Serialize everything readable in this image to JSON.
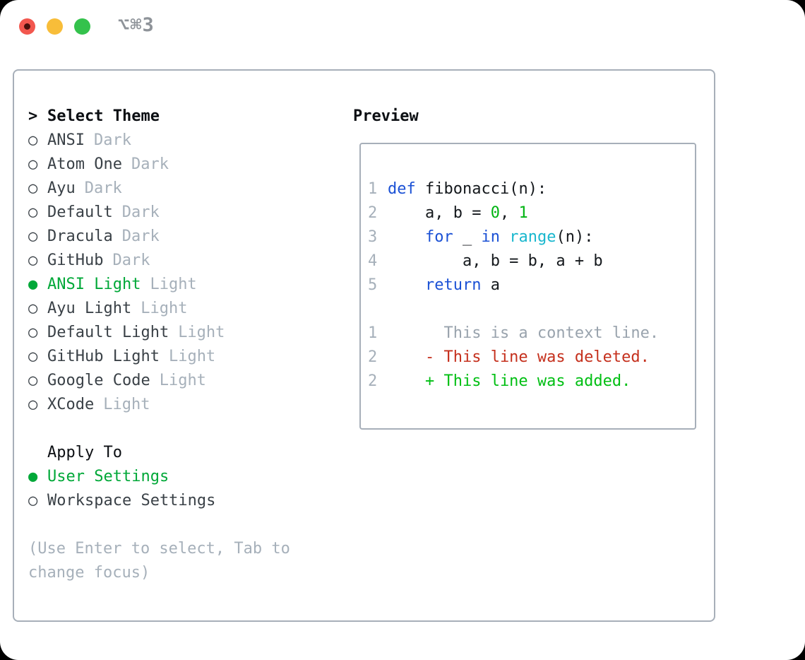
{
  "window": {
    "title": "⌥⌘3",
    "traffic_lights": {
      "close": "close-button",
      "minimize": "minimize-button",
      "zoom": "zoom-button"
    }
  },
  "colors": {
    "selection_green": "#00a838",
    "added_green": "#00bf13",
    "deleted_red": "#c5301d",
    "keyword_blue": "#1b51d5",
    "builtin_cyan": "#19b7ce",
    "literal_green": "#00b412",
    "muted_gray": "#a6b0ba",
    "text_dark": "#3a4147",
    "border_gray": "#a7afb9",
    "traffic_red": "#f2574e",
    "traffic_yellow": "#f8bd39",
    "traffic_green": "#34c24c"
  },
  "theme_panel": {
    "header": {
      "marker": ">",
      "label": "Select Theme"
    },
    "themes": [
      {
        "name": "ANSI",
        "tag": "Dark",
        "selected": false
      },
      {
        "name": "Atom One",
        "tag": "Dark",
        "selected": false
      },
      {
        "name": "Ayu",
        "tag": "Dark",
        "selected": false
      },
      {
        "name": "Default",
        "tag": "Dark",
        "selected": false
      },
      {
        "name": "Dracula",
        "tag": "Dark",
        "selected": false
      },
      {
        "name": "GitHub",
        "tag": "Dark",
        "selected": false
      },
      {
        "name": "ANSI Light",
        "tag": "Light",
        "selected": true
      },
      {
        "name": "Ayu Light",
        "tag": "Light",
        "selected": false
      },
      {
        "name": "Default Light",
        "tag": "Light",
        "selected": false
      },
      {
        "name": "GitHub Light",
        "tag": "Light",
        "selected": false
      },
      {
        "name": "Google Code",
        "tag": "Light",
        "selected": false
      },
      {
        "name": "XCode",
        "tag": "Light",
        "selected": false
      }
    ],
    "apply_to": {
      "header": "Apply To",
      "options": [
        {
          "label": "User Settings",
          "selected": true
        },
        {
          "label": "Workspace Settings",
          "selected": false
        }
      ]
    },
    "hint_lines": [
      "(Use Enter to select, Tab to",
      "change focus)"
    ]
  },
  "preview": {
    "header": "Preview",
    "code_lines": [
      {
        "num": "1",
        "segments": [
          {
            "t": "def",
            "c": "kw"
          },
          {
            "t": " fibonacci(n):",
            "c": "plain"
          }
        ]
      },
      {
        "num": "2",
        "segments": [
          {
            "t": "    a, b = ",
            "c": "plain"
          },
          {
            "t": "0",
            "c": "lit"
          },
          {
            "t": ", ",
            "c": "plain"
          },
          {
            "t": "1",
            "c": "lit"
          }
        ]
      },
      {
        "num": "3",
        "segments": [
          {
            "t": "    ",
            "c": "plain"
          },
          {
            "t": "for",
            "c": "kw"
          },
          {
            "t": " _ ",
            "c": "plain"
          },
          {
            "t": "in",
            "c": "kw"
          },
          {
            "t": " ",
            "c": "plain"
          },
          {
            "t": "range",
            "c": "builtin"
          },
          {
            "t": "(n):",
            "c": "plain"
          }
        ]
      },
      {
        "num": "4",
        "segments": [
          {
            "t": "        a, b = b, a + b",
            "c": "plain"
          }
        ]
      },
      {
        "num": "5",
        "segments": [
          {
            "t": "    ",
            "c": "plain"
          },
          {
            "t": "return",
            "c": "kw"
          },
          {
            "t": " a",
            "c": "plain"
          }
        ]
      },
      {
        "num": "",
        "segments": []
      },
      {
        "num": "1",
        "segments": [
          {
            "t": "      This is a context line.",
            "c": "context"
          }
        ]
      },
      {
        "num": "2",
        "segments": [
          {
            "t": "    - This line was deleted.",
            "c": "deleted"
          }
        ]
      },
      {
        "num": "2",
        "segments": [
          {
            "t": "    + This line was added.",
            "c": "added"
          }
        ]
      }
    ]
  }
}
